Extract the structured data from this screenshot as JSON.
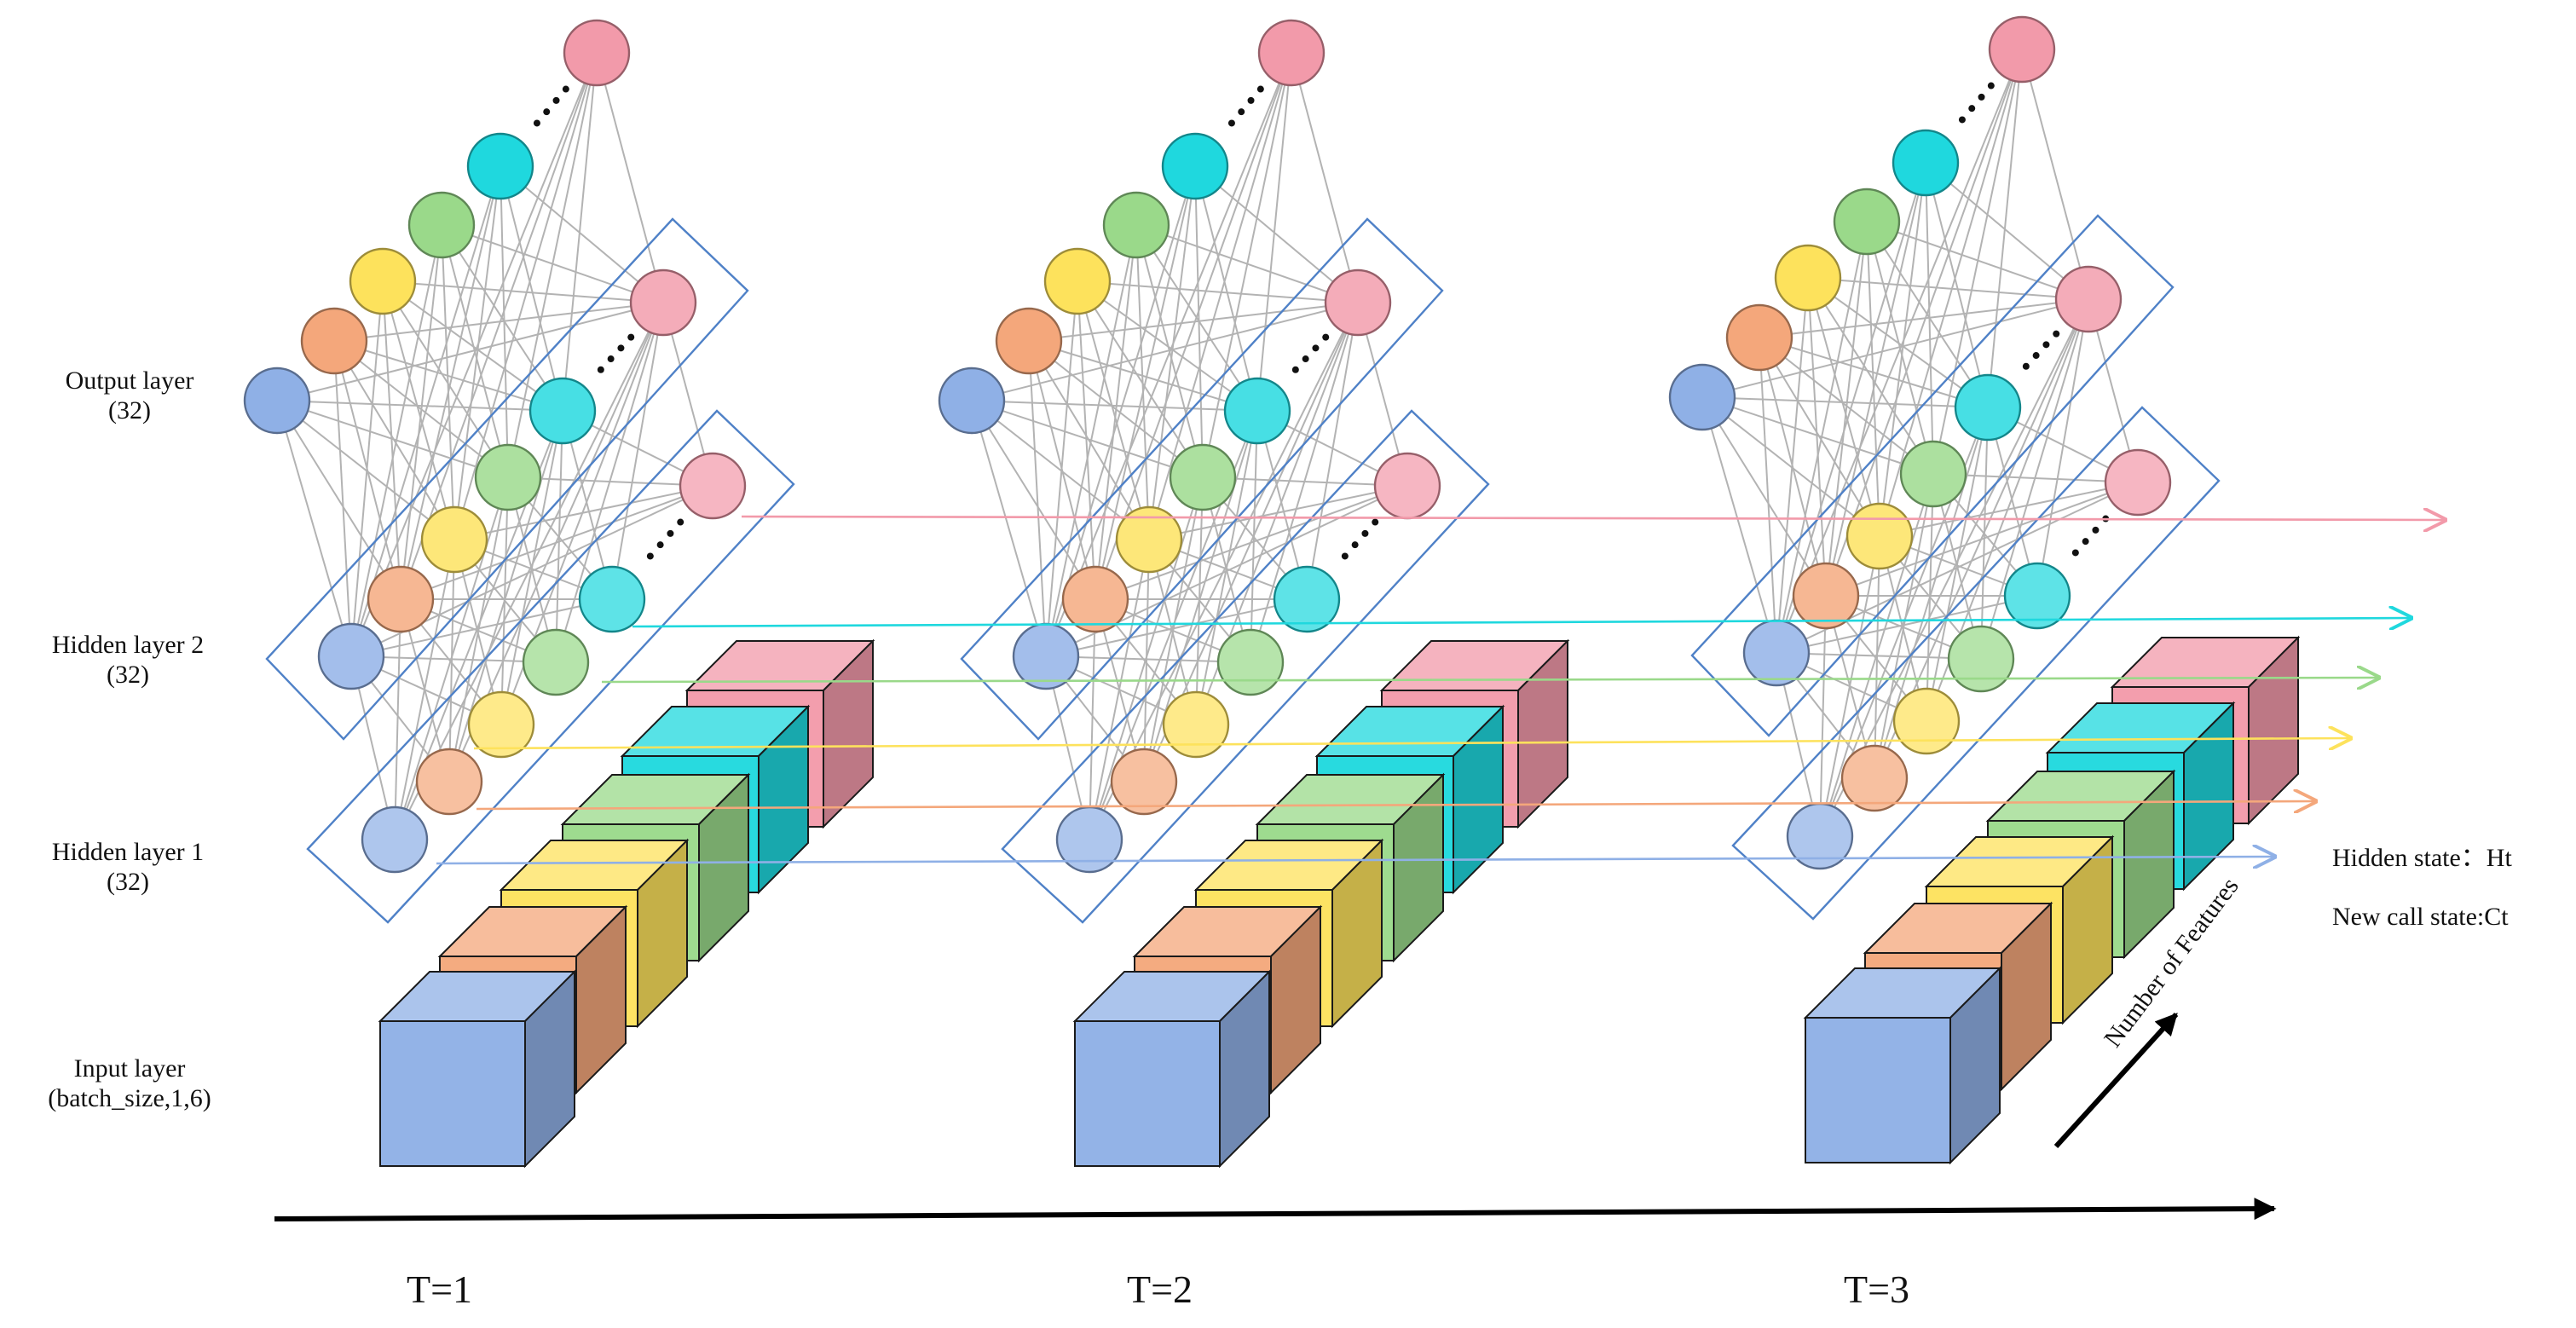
{
  "layers": {
    "output": {
      "name": "Output layer",
      "size": "(32)"
    },
    "hidden2": {
      "name": "Hidden layer 2",
      "size": "(32)"
    },
    "hidden1": {
      "name": "Hidden layer 1",
      "size": "(32)"
    },
    "input": {
      "name": "Input layer",
      "size": "(batch_size,1,6)"
    }
  },
  "timesteps": [
    "T=1",
    "T=2",
    "T=3"
  ],
  "states": {
    "hidden": "Hidden state：Ht",
    "cell": "New call state:Ct"
  },
  "features_axis_label": "Number of Features",
  "colors": {
    "blue": "#8fb0e6",
    "orange": "#f4a77b",
    "yellow": "#fde25c",
    "green": "#9ad98a",
    "cyan": "#1fd8de",
    "pink": "#f29aaa",
    "box_border": "#4f81c7",
    "connection": "#b3b3b3"
  }
}
